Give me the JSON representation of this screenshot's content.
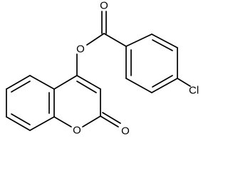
{
  "molecule": {
    "atoms": [
      {
        "id": "o_carbonyl_top",
        "label": "O"
      },
      {
        "id": "o_ester",
        "label": "O"
      },
      {
        "id": "cl",
        "label": "Cl"
      },
      {
        "id": "o_ring",
        "label": "O"
      },
      {
        "id": "o_lactone",
        "label": "O"
      }
    ]
  }
}
